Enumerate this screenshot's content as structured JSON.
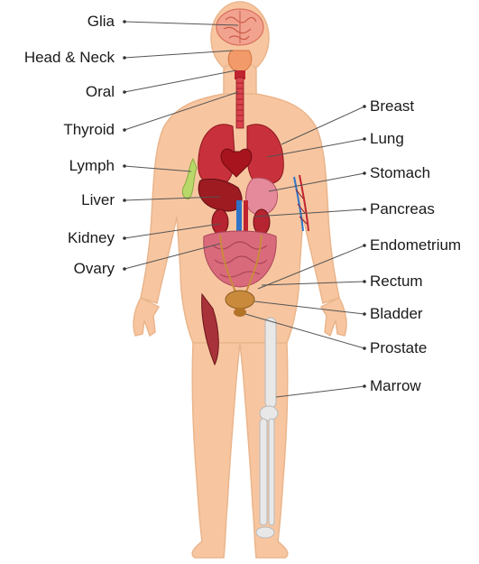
{
  "colors": {
    "skin": "#f7c6a0",
    "skin_outline": "#eab58c",
    "organ_red": "#c0242f",
    "organ_dark": "#8e1720",
    "lung": "#c8313b",
    "liver": "#9e1b22",
    "stomach": "#e58a9b",
    "intestine": "#d96a7c",
    "vessel_blue": "#2f74c7",
    "bladder": "#c98a3c",
    "bone": "#e8e8e8",
    "lymph": "#b8d96a",
    "brain": "#f2a38f",
    "leader_line": "#555555"
  },
  "labels": {
    "left": [
      "Glia",
      "Head & Neck",
      "Oral",
      "Thyroid",
      "Lymph",
      "Liver",
      "Kidney",
      "Ovary"
    ],
    "right": [
      "Breast",
      "Lung",
      "Stomach",
      "Pancreas",
      "Endometrium",
      "Rectum",
      "Bladder",
      "Prostate",
      "Marrow"
    ]
  }
}
